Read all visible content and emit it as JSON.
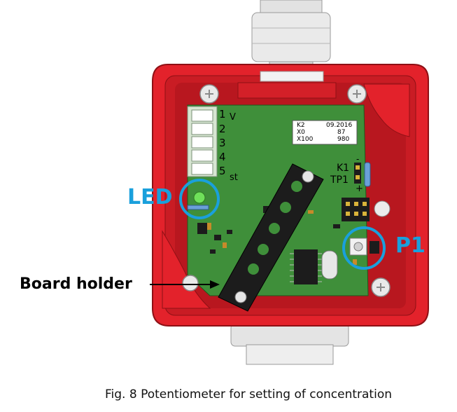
{
  "callouts": {
    "led": "LED",
    "p1": "P1",
    "board_holder": "Board holder"
  },
  "caption": "Fig. 8 Potentiometer for setting of concentration",
  "board": {
    "terminals": [
      "1",
      "2",
      "3",
      "4",
      "5"
    ],
    "terminal_letters": [
      "V",
      "st"
    ],
    "jumper_labels": [
      "K1",
      "TP1"
    ],
    "jumper_signs": [
      "-",
      "+"
    ],
    "label_rows": [
      {
        "name": "K2",
        "value": "09.2016"
      },
      {
        "name": "X0",
        "value": "87"
      },
      {
        "name": "X100",
        "value": "980"
      }
    ]
  },
  "colors": {
    "callout_blue": "#1aa0dc",
    "housing_red": "#e3222b",
    "pcb_green": "#3f8f3a",
    "holder_black": "#1c1c1c"
  }
}
